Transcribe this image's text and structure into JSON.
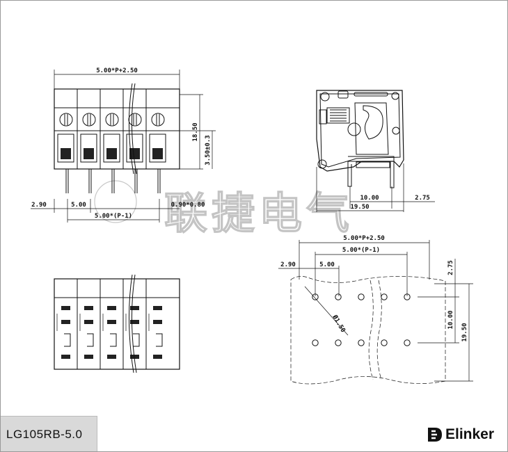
{
  "watermark": "联捷电气",
  "model": "LG105RB-5.0",
  "brand": {
    "name": "Elinker",
    "logo_icon": "elinker-logo-icon"
  },
  "front_view": {
    "overall_width": "5.00*P+2.50",
    "height": "18.50",
    "pin_offset": "3.50±0.3",
    "edge_offset": "2.90",
    "pitch": "5.00",
    "pitch_total": "5.00*(P-1)",
    "pin_size": "0.90*0.80"
  },
  "side_view": {
    "row_spacing": "10.00",
    "rear_offset": "2.75",
    "depth": "19.50"
  },
  "pcb_layout": {
    "overall_width": "5.00*P+2.50",
    "pitch_total": "5.00*(P-1)",
    "edge_offset": "2.90",
    "pitch": "5.00",
    "rear_offset": "2.75",
    "row_spacing": "10.00",
    "depth": "19.50",
    "hole_diameter": "Ø1.50"
  }
}
